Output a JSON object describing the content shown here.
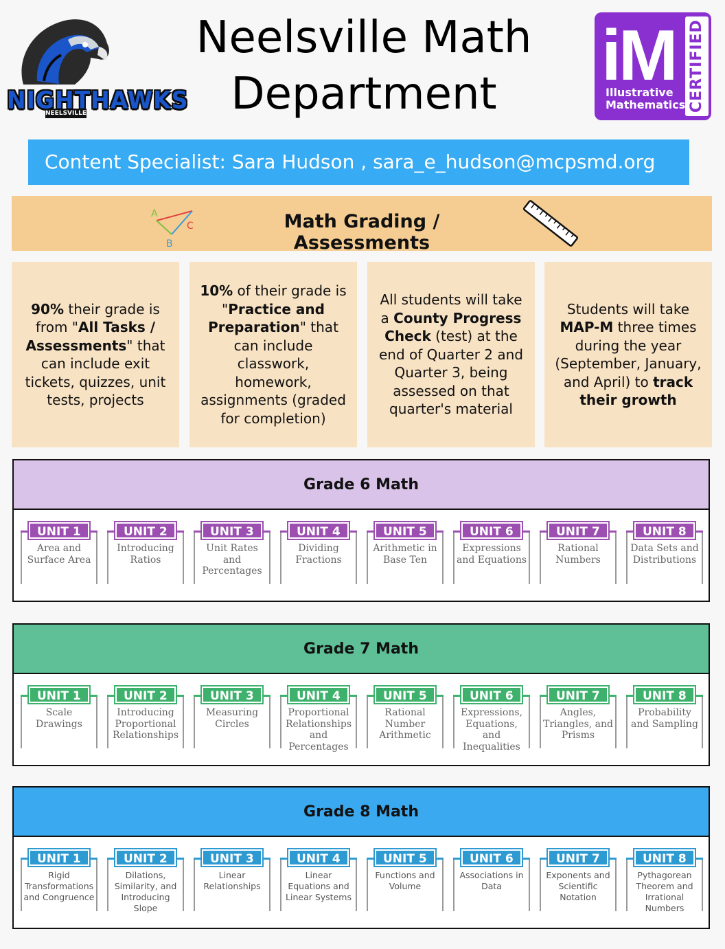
{
  "header": {
    "title_line1": "Neelsville Math",
    "title_line2": "Department",
    "logo_left": {
      "name": "NIGHTHAWKS",
      "sub": "NEELSVILLE",
      "icon": "hawk-icon"
    },
    "logo_right": {
      "letters": "iM",
      "caption_line1": "Illustrative",
      "caption_line2": "Mathematics",
      "side": "CERTIFIED",
      "color": "#8a2fd0"
    }
  },
  "specialist": {
    "text": "Content Specialist: Sara Hudson , sara_e_hudson@mcpsmd.org",
    "color": "#37abf3"
  },
  "grading": {
    "title": "Math Grading / Assessments",
    "triangle_labels": [
      "A",
      "C",
      "B"
    ],
    "color": "#f5cd93"
  },
  "info_boxes": [
    {
      "parts": [
        {
          "t": "90%",
          "b": true
        },
        {
          "t": " their grade is from \""
        },
        {
          "t": "All Tasks / Assessments",
          "b": true
        },
        {
          "t": "\" that can include exit tickets, quizzes, unit tests, projects"
        }
      ]
    },
    {
      "parts": [
        {
          "t": "10%",
          "b": true
        },
        {
          "t": " of their grade is \""
        },
        {
          "t": "Practice and Preparation",
          "b": true
        },
        {
          "t": "\" that can include classwork, homework, assignments (graded for completion)"
        }
      ]
    },
    {
      "parts": [
        {
          "t": "All students will take a "
        },
        {
          "t": "County Progress Check",
          "b": true
        },
        {
          "t": " (test) at the end of Quarter 2 and Quarter 3, being assessed on that quarter's material"
        }
      ]
    },
    {
      "parts": [
        {
          "t": "Students will take "
        },
        {
          "t": "MAP-M",
          "b": true
        },
        {
          "t": " three times during the year (September, January, and April) to "
        },
        {
          "t": "track their growth",
          "b": true
        }
      ]
    }
  ],
  "grades": [
    {
      "title": "Grade 6 Math",
      "color": "#d9c3e8",
      "accent": "#9c4fb1",
      "units": [
        {
          "tab": "UNIT 1",
          "name": "Area and Surface Area"
        },
        {
          "tab": "UNIT 2",
          "name": "Introducing Ratios"
        },
        {
          "tab": "UNIT 3",
          "name": "Unit Rates and Percentages"
        },
        {
          "tab": "UNIT 4",
          "name": "Dividing Fractions"
        },
        {
          "tab": "UNIT 5",
          "name": "Arithmetic in Base Ten"
        },
        {
          "tab": "UNIT 6",
          "name": "Expressions and Equations"
        },
        {
          "tab": "UNIT 7",
          "name": "Rational Numbers"
        },
        {
          "tab": "UNIT 8",
          "name": "Data Sets and Distributions"
        }
      ]
    },
    {
      "title": "Grade 7 Math",
      "color": "#5fbf96",
      "accent": "#3eb26d",
      "units": [
        {
          "tab": "UNIT 1",
          "name": "Scale Drawings"
        },
        {
          "tab": "UNIT 2",
          "name": "Introducing Proportional Relationships"
        },
        {
          "tab": "UNIT 3",
          "name": "Measuring Circles"
        },
        {
          "tab": "UNIT 4",
          "name": "Proportional Relationships and Percentages"
        },
        {
          "tab": "UNIT 5",
          "name": "Rational Number Arithmetic"
        },
        {
          "tab": "UNIT 6",
          "name": "Expressions, Equations, and Inequalities"
        },
        {
          "tab": "UNIT 7",
          "name": "Angles, Triangles, and Prisms"
        },
        {
          "tab": "UNIT 8",
          "name": "Probability and Sampling"
        }
      ]
    },
    {
      "title": "Grade 8 Math",
      "color": "#3aa9ef",
      "accent": "#2e9ad2",
      "units": [
        {
          "tab": "UNIT 1",
          "name": "Rigid Transformations and Congruence"
        },
        {
          "tab": "UNIT 2",
          "name": "Dilations, Similarity, and Introducing Slope"
        },
        {
          "tab": "UNIT 3",
          "name": "Linear Relationships"
        },
        {
          "tab": "UNIT 4",
          "name": "Linear Equations and Linear Systems"
        },
        {
          "tab": "UNIT 5",
          "name": "Functions and Volume"
        },
        {
          "tab": "UNIT 6",
          "name": "Associations in Data"
        },
        {
          "tab": "UNIT 7",
          "name": "Exponents and Scientific Notation"
        },
        {
          "tab": "UNIT 8",
          "name": "Pythagorean Theorem and Irrational Numbers"
        }
      ]
    }
  ]
}
